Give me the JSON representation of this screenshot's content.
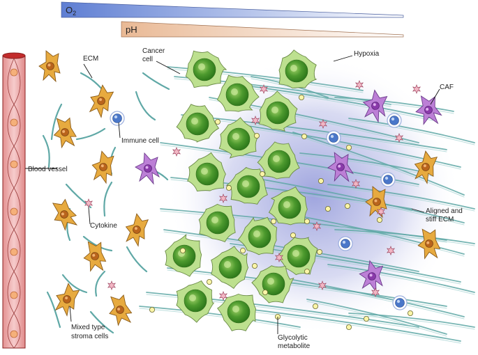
{
  "gradients": {
    "oxygen": {
      "label": "O",
      "subscript": "2",
      "color_start": "#5e7ed3",
      "color_end": "#ffffff"
    },
    "ph": {
      "label": "pH",
      "color_start": "#e9b995",
      "color_end": "#ffffff"
    }
  },
  "labels": {
    "ecm": "ECM",
    "cancer_cell_line1": "Cancer",
    "cancer_cell_line2": "cell",
    "hypoxia": "Hypoxia",
    "caf": "CAF",
    "immune_cell": "Immune cell",
    "blood_vessel": "Blood vessel",
    "cytokine": "Cytokine",
    "aligned_ecm_line1": "Aligned and",
    "aligned_ecm_line2": "stiff ECM",
    "stroma_line1": "Mixed type",
    "stroma_line2": "stroma cells",
    "glycolytic_line1": "Glycolytic",
    "glycolytic_line2": "metabolite"
  },
  "colors": {
    "vessel": "#f2b9b9",
    "vessel_dark": "#c22b2b",
    "cancer_cell": "#bde08f",
    "cancer_nucleus": "#3f8e27",
    "stroma_cell": "#e7aa3f",
    "caf": "#bc7fd6",
    "immune_cell": "#4a77c9",
    "ecm_fiber": "#5fa8a6",
    "cytokine": "#f2b6c4",
    "metabolite": "#fbf5a8",
    "hypoxia_glow": "#8d94d8"
  }
}
